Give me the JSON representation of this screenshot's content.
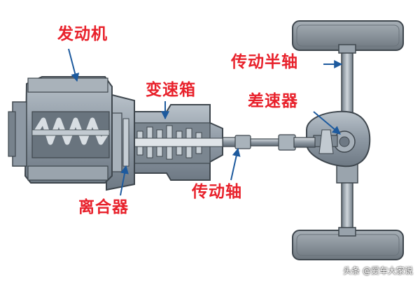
{
  "labels": {
    "engine": "发动机",
    "transmission": "变速箱",
    "clutch": "离合器",
    "driveshaft": "传动轴",
    "half_shaft": "传动半轴",
    "differential": "差速器"
  },
  "watermark": "头条 @爱车大家说",
  "colors": {
    "label": "#e8212b",
    "arrow": "#1d5a9e",
    "metal": "#8f9aa5",
    "tire": "#8d969d"
  }
}
